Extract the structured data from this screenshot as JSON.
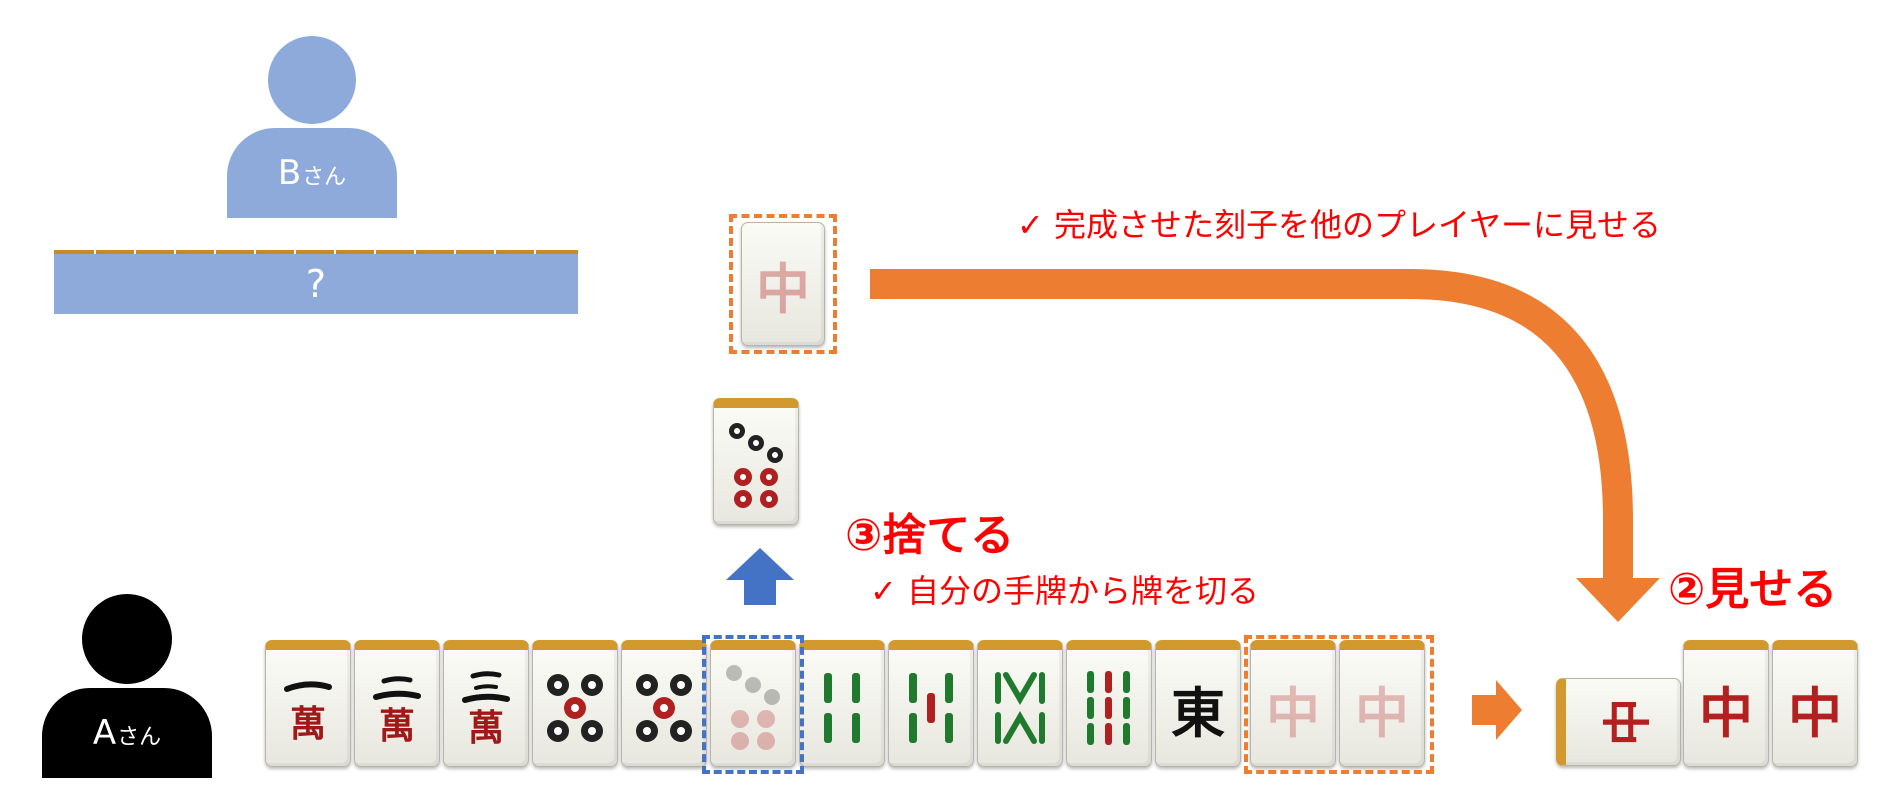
{
  "player_b": {
    "name": "B",
    "suffix": "さん"
  },
  "player_a": {
    "name": "A",
    "suffix": "さん"
  },
  "hidden_hand": {
    "label": "?"
  },
  "annotations": {
    "show_note": "✓ 完成させた刻子を他のプレイヤーに見せる",
    "discard_title": "③捨てる",
    "discard_note": "✓ 自分の手牌から牌を切る",
    "show_title": "②見せる"
  },
  "tiles": {
    "hand": [
      "一萬",
      "二萬",
      "三萬",
      "五筒",
      "五筒",
      "七筒",
      "四索",
      "五索",
      "八索",
      "九索",
      "東",
      "中",
      "中"
    ],
    "discard": "七筒",
    "shown_tile": "中",
    "meld": [
      "中",
      "中",
      "中"
    ]
  },
  "colors": {
    "orange_arrow": "#ed7d31",
    "blue_arrow": "#4472c4",
    "player_b": "#8eaadb",
    "player_a": "#000000",
    "annotation_text": "#ff0000"
  }
}
